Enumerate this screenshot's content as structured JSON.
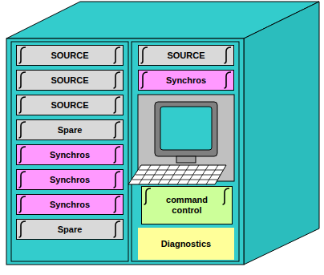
{
  "diagram": {
    "nodes": [
      {
        "text": [
          "SOURCE"
        ]
      },
      {
        "text": [
          "SOURCE"
        ]
      },
      {
        "text": [
          "SOURCE"
        ]
      },
      {
        "text": [
          "Spare"
        ]
      },
      {
        "text": [
          "Synchros"
        ]
      },
      {
        "text": [
          "Synchros"
        ]
      },
      {
        "text": [
          "Synchros"
        ]
      },
      {
        "text": [
          "Spare"
        ]
      },
      {
        "text": [
          "SOURCE"
        ]
      },
      {
        "text": [
          "Synchros"
        ]
      },
      {
        "text": [
          "command control"
        ]
      },
      {
        "text": [
          "Diagnostics"
        ]
      }
    ]
  }
}
